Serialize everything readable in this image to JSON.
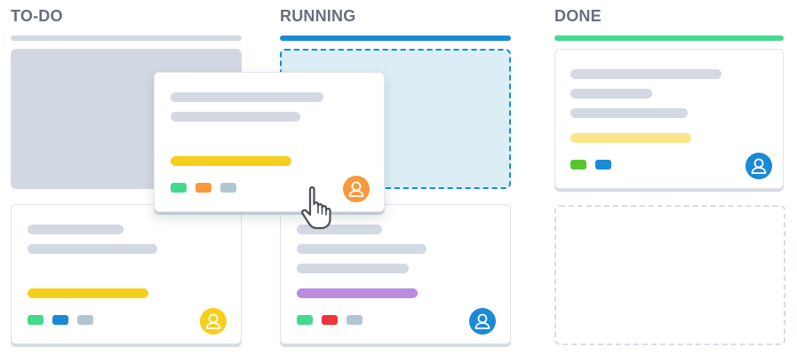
{
  "columns": [
    {
      "title": "TO-DO",
      "bar_color": "#d3d8e2"
    },
    {
      "title": "RUNNING",
      "bar_color": "#1a8ad6"
    },
    {
      "title": "DONE",
      "bar_color": "#43d98f"
    }
  ],
  "colors": {
    "yellow": "#f6cf1c",
    "purple": "#bb8be0",
    "pale_yellow": "#fde48a",
    "green": "#43d98f",
    "blue": "#1a8ad6",
    "orange": "#f8993a",
    "red": "#f0353a",
    "grey_tag": "#b2c6d2",
    "lime": "#56c62f"
  },
  "cards": {
    "dragged": {
      "tags": [
        "green",
        "orange",
        "grey"
      ],
      "avatar_color": "#f8993a",
      "avatar_icon": "user-icon"
    },
    "todo_1": {
      "tags": [
        "green",
        "blue",
        "grey"
      ],
      "avatar_color": "#f6cf1c",
      "avatar_icon": "user-icon"
    },
    "running_1": {
      "tags": [
        "green",
        "red",
        "grey"
      ],
      "avatar_color": "#1a8ad6",
      "avatar_icon": "user-icon"
    },
    "done_1": {
      "tags": [
        "lime",
        "blue"
      ],
      "avatar_color": "#1a8ad6",
      "avatar_icon": "user-icon"
    }
  },
  "cursor_icon": "hand-pointer-icon"
}
